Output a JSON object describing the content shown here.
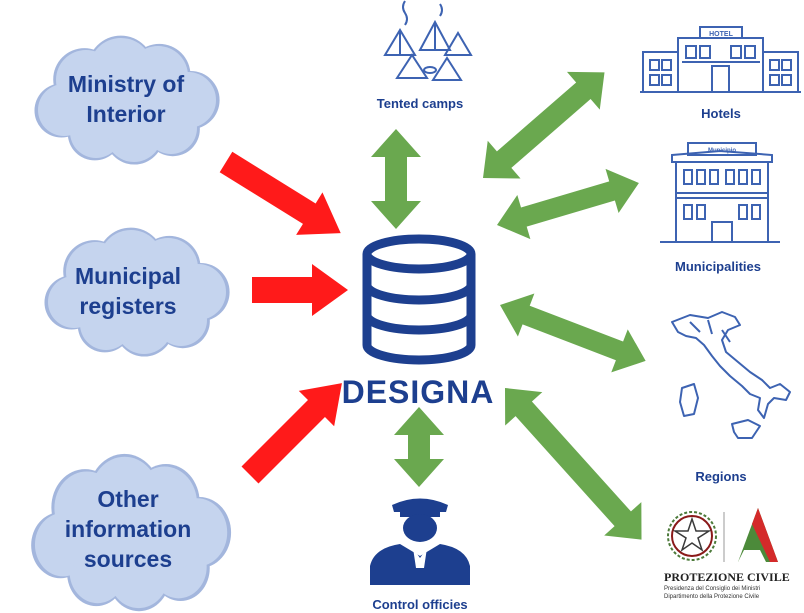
{
  "sources": [
    {
      "id": "ministry",
      "lines": [
        "Ministry of",
        "Interior"
      ]
    },
    {
      "id": "registers",
      "lines": [
        "Municipal",
        "registers"
      ]
    },
    {
      "id": "other",
      "lines": [
        "Other",
        "information",
        "sources"
      ]
    }
  ],
  "center": {
    "label": "DESIGNA"
  },
  "nodes": {
    "tented": "Tented camps",
    "hotels": "Hotels",
    "municipalities": "Municipalities",
    "regions": "Regions",
    "control": "Control officies"
  },
  "icon_text": {
    "hotel_sign": "HOTEL",
    "municipio_sign": "Municipio"
  },
  "protezione": {
    "title": "PROTEZIONE CIVILE",
    "line1": "Presidenza del Consiglio dei Ministri",
    "line2": "Dipartimento della Protezione Civile"
  },
  "colors": {
    "cloud_fill": "#c5d4ee",
    "cloud_stroke": "#a3b6dd",
    "text_blue": "#1d3f8f",
    "red_arrow": "#ff1a1a",
    "green_arrow": "#6aa84f",
    "icon_blue": "#3d63b2"
  }
}
